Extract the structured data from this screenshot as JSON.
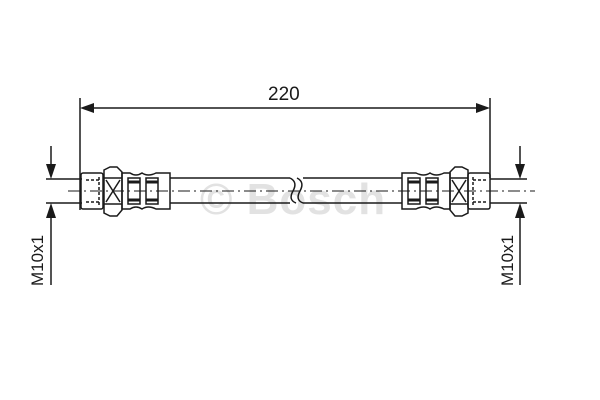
{
  "diagram": {
    "type": "technical-drawing",
    "subject": "brake hose",
    "dimensions": {
      "overall_length": "220",
      "left_thread": "M10x1",
      "right_thread": "M10x1"
    },
    "watermark": "© Bosch",
    "colors": {
      "line": "#1a1a1a",
      "watermark": "#e2e2e2",
      "background": "#ffffff"
    }
  }
}
